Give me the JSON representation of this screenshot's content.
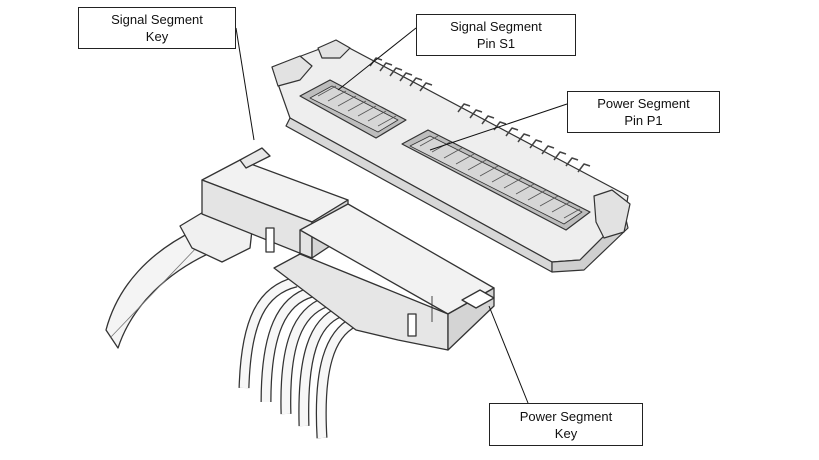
{
  "labels": {
    "signal_segment_key": {
      "line1": "Signal Segment",
      "line2": "Key"
    },
    "signal_segment_pin": {
      "line1": "Signal Segment",
      "line2": "Pin S1"
    },
    "power_segment_pin": {
      "line1": "Power Segment",
      "line2": "Pin P1"
    },
    "power_segment_key": {
      "line1": "Power Segment",
      "line2": "Key"
    }
  },
  "colors": {
    "background": "#ffffff",
    "outline": "#333333",
    "housing_fill": "#eeeeee",
    "housing_shade": "#cfcfcf",
    "slot_fill": "#bdbdbd"
  }
}
